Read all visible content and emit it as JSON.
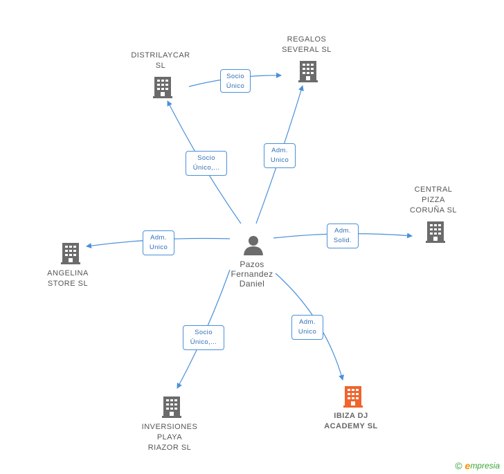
{
  "person": {
    "label": "Pazos\nFernandez\nDaniel"
  },
  "companies": {
    "distrilaycar": "DISTRILAYCAR\nSL",
    "regalos": "REGALOS\nSEVERAL  SL",
    "central": "CENTRAL\nPIZZA\nCORUÑA SL",
    "angelina": "ANGELINA\nSTORE SL",
    "inversiones": "INVERSIONES\nPLAYA\nRIAZOR  SL",
    "ibiza": "IBIZA DJ\nACADEMY  SL"
  },
  "relations": {
    "distrilaycar_regalos": "Socio\nÚnico",
    "person_distrilaycar": "Socio\nÚnico,...",
    "person_regalos": "Adm.\nUnico",
    "person_central": "Adm.\nSolid.",
    "person_angelina": "Adm.\nUnico",
    "person_inversiones": "Socio\nÚnico,...",
    "person_ibiza": "Adm.\nUnico"
  },
  "colors": {
    "edge": "#4a90d9",
    "building": "#6b6b6b",
    "building_focus": "#f0642d",
    "person": "#6b6b6b"
  },
  "brand": {
    "copyright": "©",
    "initial": "e",
    "name": "mpresia"
  }
}
